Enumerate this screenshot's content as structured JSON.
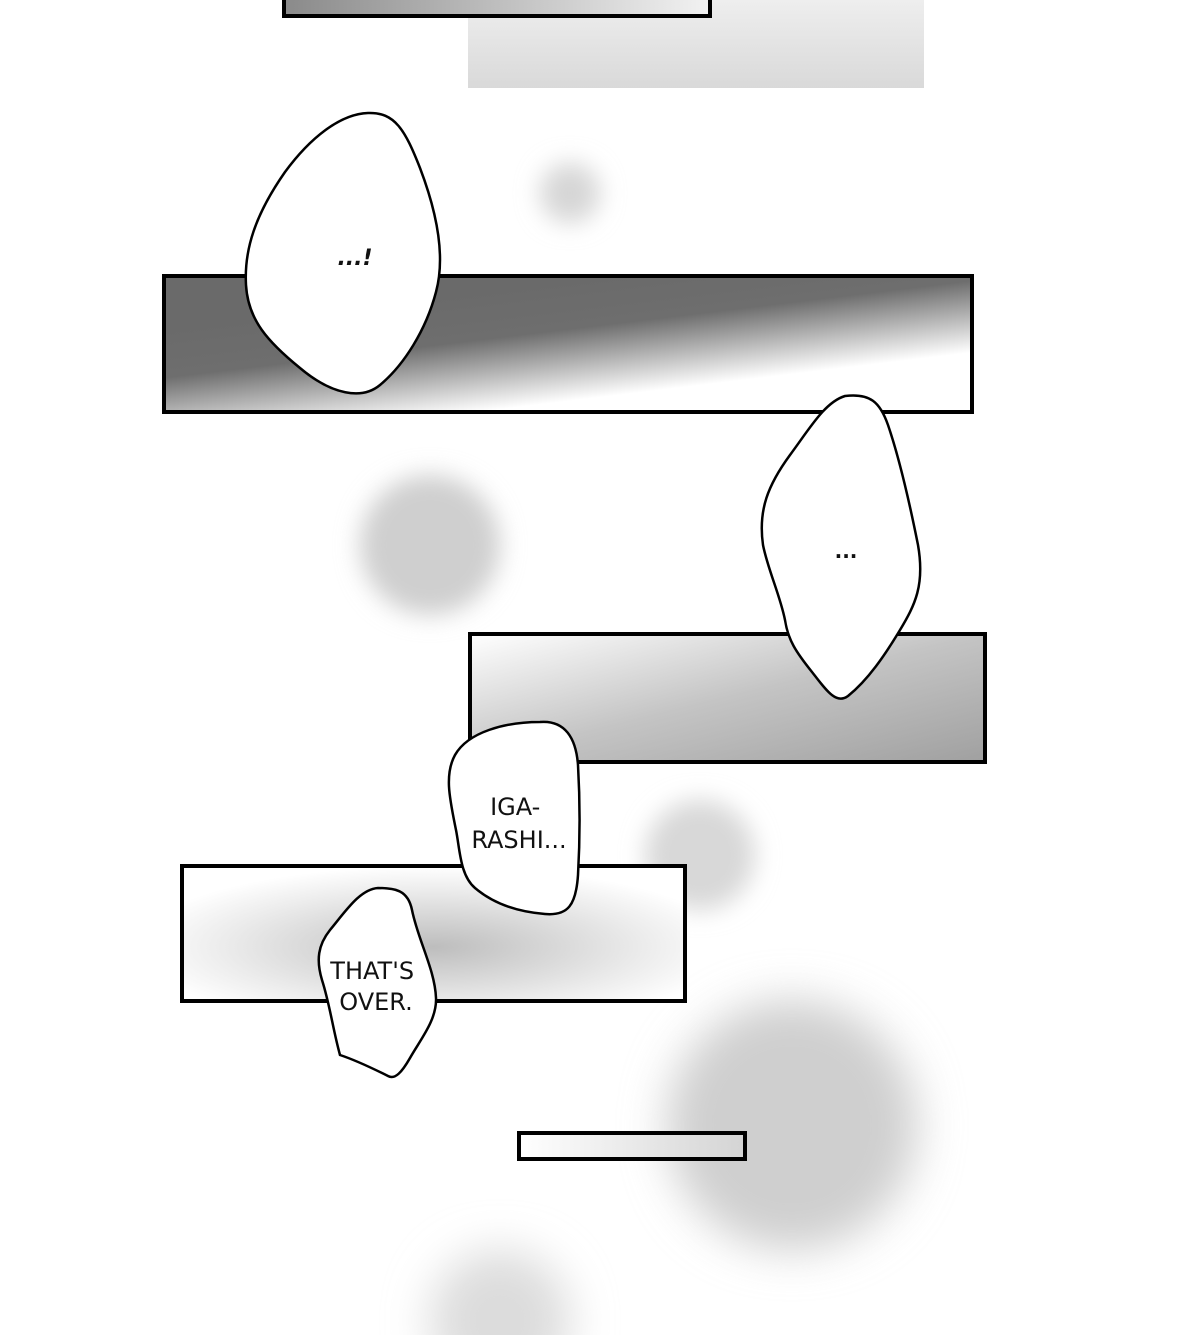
{
  "colors": {
    "background": "#ffffff",
    "ink": "#000000",
    "panel_dark": "#6e6e6e",
    "panel_light": "#ffffff",
    "panel_mid": "#a8a8a8",
    "soft_blur": "#c8c8c8"
  },
  "speech_bubbles": [
    {
      "id": "bubble-1",
      "text": "...!"
    },
    {
      "id": "bubble-2",
      "text": "..."
    },
    {
      "id": "bubble-3",
      "lines": [
        "IGA-",
        "RASHI..."
      ]
    },
    {
      "id": "bubble-4",
      "lines": [
        "THAT'S",
        "OVER."
      ]
    }
  ]
}
